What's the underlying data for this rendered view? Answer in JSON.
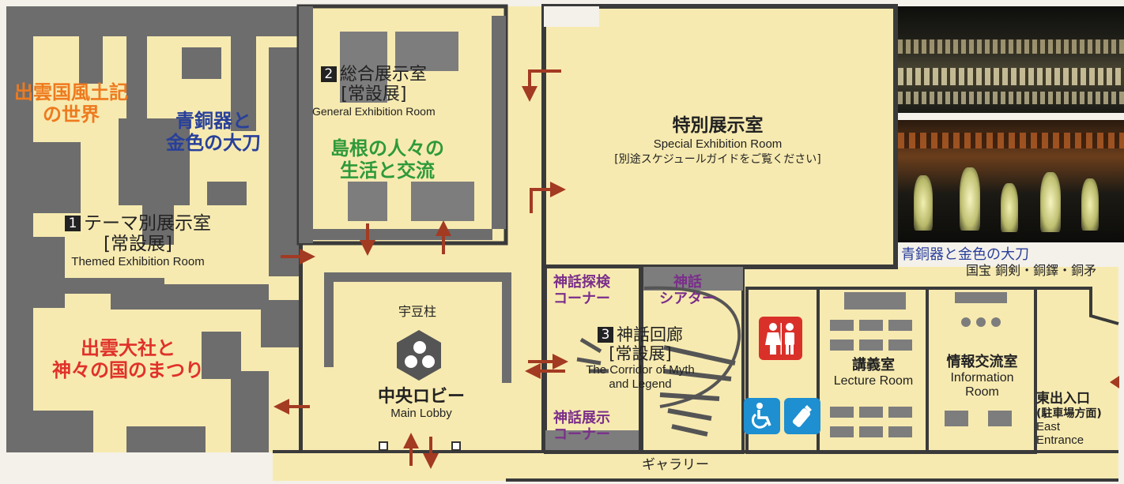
{
  "colors": {
    "floor": "#f7eab0",
    "wall": "#3a3a3a",
    "shade": "#7a7a7a",
    "arrow": "#a33a22",
    "orange": "#ee7a1e",
    "blue": "#28409a",
    "green": "#2e9a3a",
    "red": "#e0312a",
    "purple": "#7a2e8a",
    "toilet": "#d9302a",
    "access": "#1e8fd0"
  },
  "rooms": {
    "themed": {
      "number": "1",
      "name_jp": "テーマ別展示室",
      "type_jp": "[常設展]",
      "name_en": "Themed Exhibition Room",
      "zone1_line1": "出雲国風土記",
      "zone1_line2": "の世界",
      "zone2_line1": "青銅器と",
      "zone2_line2": "金色の大刀",
      "zone3_line1": "出雲大社と",
      "zone3_line2": "神々の国のまつり"
    },
    "general": {
      "number": "2",
      "name_jp": "総合展示室",
      "type_jp": "[常設展]",
      "name_en": "General Exhibition Room",
      "zone_line1": "島根の人々の",
      "zone_line2": "生活と交流"
    },
    "special": {
      "name_jp": "特別展示室",
      "name_en": "Special Exhibition Room",
      "note": "[別途スケジュールガイドをご覧ください]"
    },
    "lobby": {
      "pillar": "宇豆柱",
      "name_jp": "中央ロビー",
      "name_en": "Main Lobby"
    },
    "myth": {
      "number": "3",
      "name_jp": "神話回廊",
      "type_jp": "[常設展]",
      "name_en_line1": "The Corridor of Myth",
      "name_en_line2": "and Legend",
      "explore_line1": "神話探検",
      "explore_line2": "コーナー",
      "theater_line1": "神話",
      "theater_line2": "シアター",
      "display_line1": "神話展示",
      "display_line2": "コーナー"
    },
    "lecture": {
      "name_jp": "講義室",
      "name_en": "Lecture Room"
    },
    "info": {
      "name_jp": "情報交流室",
      "name_en_line1": "Information",
      "name_en_line2": "Room"
    },
    "east": {
      "name_jp": "東出入口",
      "sub_jp": "(駐車場方面)",
      "name_en_line1": "East",
      "name_en_line2": "Entrance"
    },
    "gallery": {
      "name_jp": "ギャラリー"
    }
  },
  "photo_caption": {
    "title": "青銅器と金色の大刀",
    "sub": "国宝 銅剣・銅鐸・銅矛"
  },
  "icons": [
    "toilet-icon",
    "wheelchair-icon",
    "nursing-bottle-icon",
    "arrow-icon",
    "pillar-icon"
  ]
}
